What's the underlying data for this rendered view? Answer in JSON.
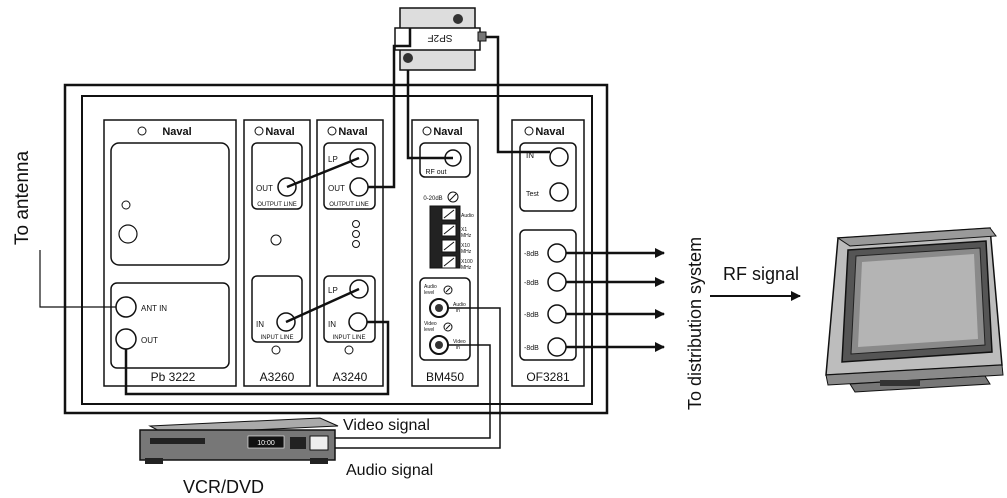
{
  "labels": {
    "to_antenna": "To antenna",
    "to_distribution": "To distribution system",
    "rf_signal": "RF signal",
    "video_signal": "Video signal",
    "audio_signal": "Audio signal",
    "vcr_dvd": "VCR/DVD"
  },
  "splitter": {
    "label": "SP2F"
  },
  "brand": "Naval",
  "modules": {
    "pb3222": {
      "name": "Pb 3222",
      "ant_in": "ANT IN",
      "out": "OUT"
    },
    "a3260": {
      "name": "A3260",
      "out": "OUT",
      "output_line": "OUTPUT LINE",
      "in": "IN",
      "input_line": "INPUT LINE"
    },
    "a3240": {
      "name": "A3240",
      "lp_top": "LP",
      "out": "OUT",
      "output_line": "OUTPUT LINE",
      "lp_bottom": "LP",
      "in": "IN",
      "input_line": "INPUT LINE"
    },
    "bm450": {
      "name": "BM450",
      "rf_out": "RF out",
      "gain": "0-20dB",
      "audio": "Audio",
      "x1": "X1",
      "x10": "X10",
      "x100": "X100",
      "mhz": "MHz",
      "audio_level_1": "Audio",
      "audio_level_2": "level",
      "video_level_1": "Video",
      "video_level_2": "level",
      "audio_in_1": "Audio",
      "audio_in_2": "in",
      "video_in_1": "Video",
      "video_in_2": "in"
    },
    "of3281": {
      "name": "OF3281",
      "in": "IN",
      "test": "Test",
      "ports": [
        "-8dB",
        "-8dB",
        "-8dB",
        "-8dB"
      ]
    }
  },
  "vcr": {
    "display": "10:00"
  }
}
